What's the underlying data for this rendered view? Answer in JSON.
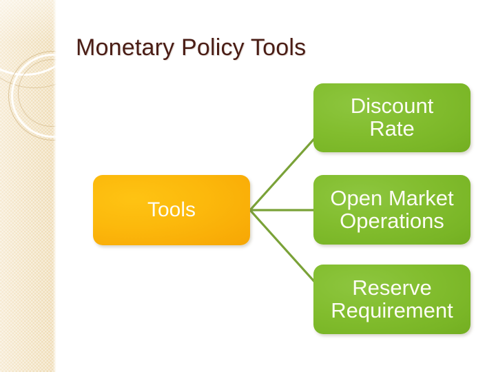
{
  "slide": {
    "title": "Monetary Policy Tools",
    "title_color": "#4a1d15",
    "background_color": "#ffffff"
  },
  "sidebar": {
    "name": "decorative-beige-sidebar",
    "base_color": "#f2e2c0",
    "accent_color": "#cdb07a",
    "decorations": [
      "arc-white-large",
      "arc-tan-large",
      "arc-white-medium",
      "arc-tan-medium",
      "arc-tan-small"
    ]
  },
  "diagram": {
    "type": "radial-hierarchy",
    "connector_color": "#7aa238",
    "root": {
      "label": "Tools",
      "fill_color": "#fcb80e",
      "text_color": "#fffdf2"
    },
    "branches": [
      {
        "label": "Discount Rate",
        "line1": "Discount",
        "line2": "Rate",
        "fill_color": "#7fbb2d",
        "text_color": "#fbfdf2"
      },
      {
        "label": "Open Market Operations",
        "line1": "Open Market",
        "line2": "Operations",
        "fill_color": "#7fbb2d",
        "text_color": "#fbfdf2"
      },
      {
        "label": "Reserve Requirement",
        "line1": "Reserve",
        "line2": "Requirement",
        "fill_color": "#7fbb2d",
        "text_color": "#fbfdf2"
      }
    ]
  }
}
